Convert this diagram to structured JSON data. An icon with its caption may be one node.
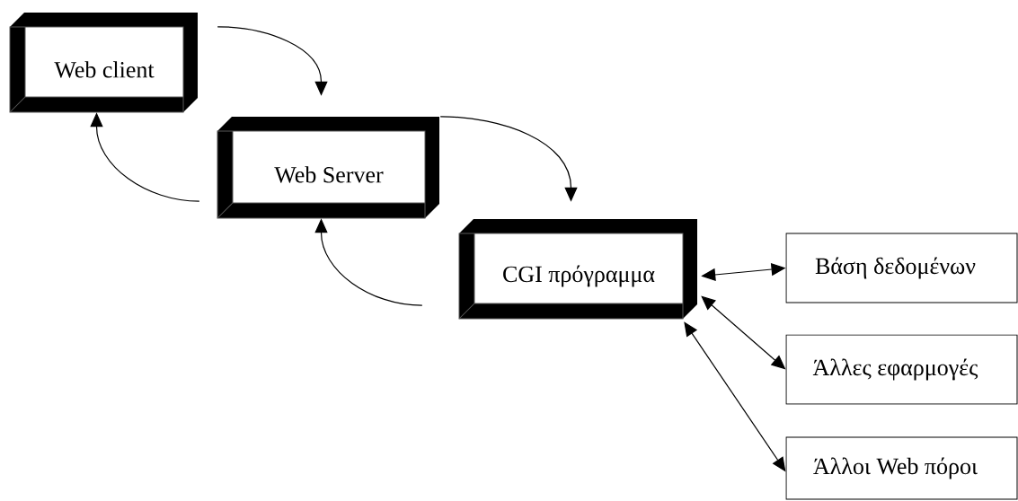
{
  "diagram": {
    "nodes": [
      {
        "text": [
          "Web client"
        ]
      },
      {
        "text": [
          "Web Server"
        ]
      },
      {
        "text": [
          "CGI πρόγραμμα"
        ]
      },
      {
        "text": [
          "Βάση δεδομένων"
        ]
      },
      {
        "text": [
          "Άλλες εφαρμογές"
        ]
      },
      {
        "text": [
          "Άλλοι Web πόροι"
        ]
      }
    ],
    "edges": [
      {
        "from": 0,
        "to": 1,
        "arrow": "to"
      },
      {
        "from": 1,
        "to": 0,
        "arrow": "to"
      },
      {
        "from": 1,
        "to": 2,
        "arrow": "to"
      },
      {
        "from": 2,
        "to": 1,
        "arrow": "to"
      },
      {
        "from": 2,
        "to": 3,
        "arrow": "both"
      },
      {
        "from": 2,
        "to": 4,
        "arrow": "both"
      },
      {
        "from": 2,
        "to": 5,
        "arrow": "both"
      }
    ]
  }
}
